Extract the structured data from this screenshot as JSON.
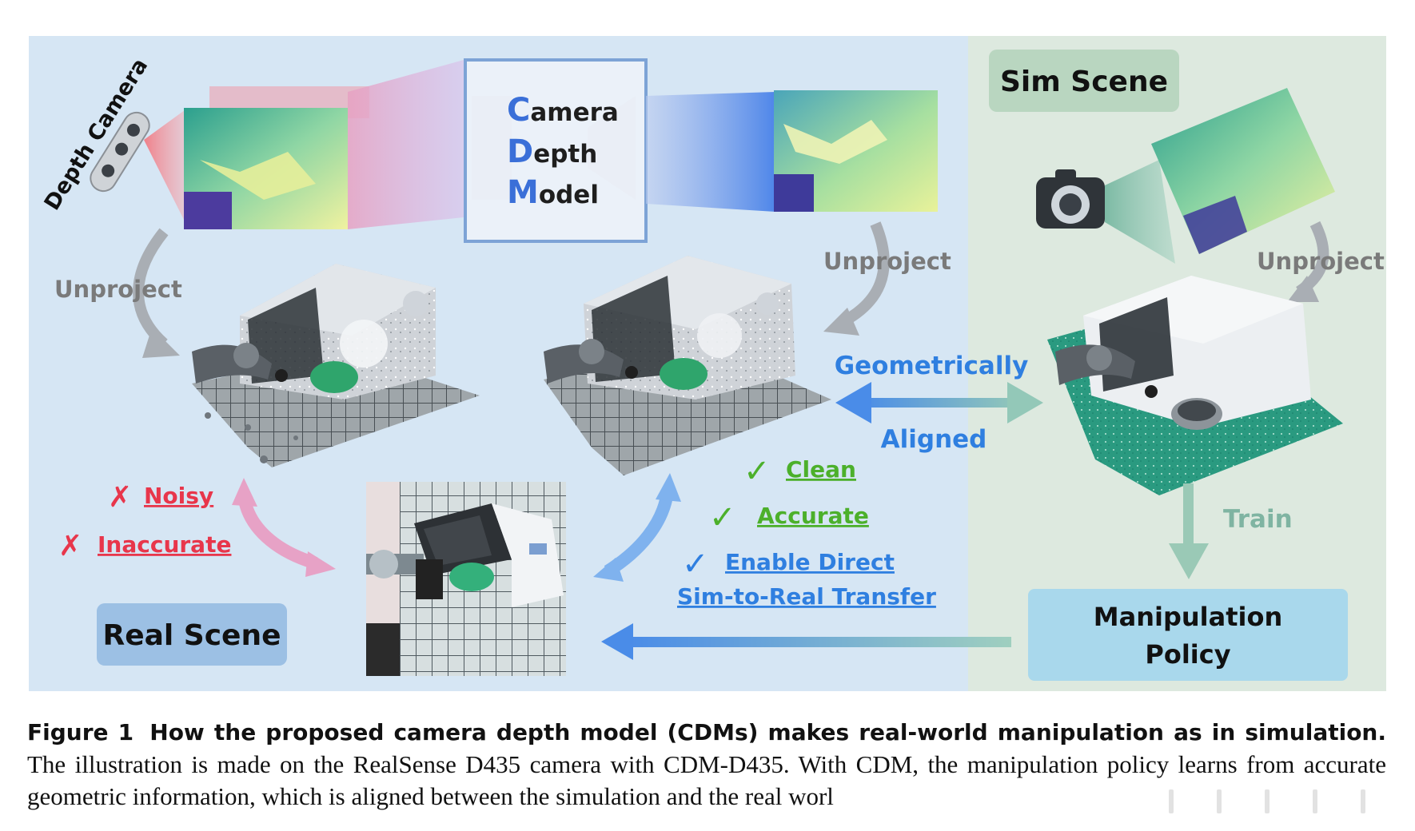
{
  "figure": {
    "depth_camera_label": "Depth Camera",
    "cdm_box": {
      "line1_initial": "C",
      "line1_rest": "amera",
      "line2_initial": "D",
      "line2_rest": "epth",
      "line3_initial": "M",
      "line3_rest": "odel"
    },
    "sim_scene_label": "Sim Scene",
    "real_scene_label": "Real Scene",
    "unproject_left": "Unproject",
    "unproject_middle": "Unproject",
    "unproject_right": "Unproject",
    "geometrically": "Geometrically",
    "aligned": "Aligned",
    "train": "Train",
    "policy_line1": "Manipulation",
    "policy_line2": "Policy",
    "negatives": [
      {
        "mark": "✗",
        "text": "Noisy"
      },
      {
        "mark": "✗",
        "text": "Inaccurate"
      }
    ],
    "positives": [
      {
        "mark": "✓",
        "text": "Clean"
      },
      {
        "mark": "✓",
        "text": "Accurate"
      },
      {
        "mark": "✓",
        "text": "Enable Direct"
      }
    ],
    "positive_tail": "Sim-to-Real Transfer",
    "colors": {
      "real_bg": "#d6e6f4",
      "sim_bg": "#dde9df",
      "red": "#e8364b",
      "green": "#4cb02b",
      "blue": "#2f7fe0",
      "gray_text": "#7a7a7a",
      "teal": "#8cc4b2"
    }
  },
  "caption": {
    "label": "Figure 1",
    "title": "How the proposed camera depth model (CDMs) makes real-world manipulation as in simulation.",
    "body": "The illustration is made on the RealSense D435 camera with CDM-D435. With CDM, the manipulation policy learns from accurate geometric information, which is aligned between the simulation and the real worl"
  }
}
